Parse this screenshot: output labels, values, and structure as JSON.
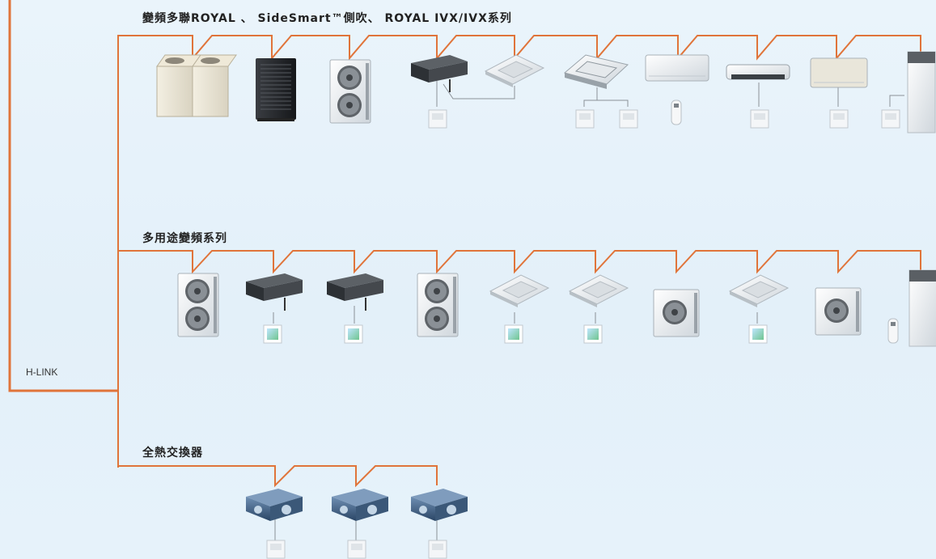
{
  "bus": {
    "label": "H-LINK",
    "color": "#e0743a"
  },
  "rows": [
    {
      "id": "vrf",
      "title": "變頻多聯ROYAL 、 SideSmart™側吹、 ROYAL IVX/IVX系列"
    },
    {
      "id": "multi",
      "title": "多用途變頻系列"
    },
    {
      "id": "erv",
      "title": "全熱交換器"
    }
  ],
  "icons": {
    "outdoor_twin": "vrf-twin-outdoor-unit-icon",
    "outdoor_dark": "sidesmart-outdoor-unit-icon",
    "outdoor_fan2": "two-fan-outdoor-unit-icon",
    "outdoor_fan1": "single-fan-outdoor-unit-icon",
    "duct": "ducted-indoor-unit-icon",
    "cassette4": "four-way-cassette-icon",
    "cassette2": "two-way-cassette-icon",
    "wall": "wall-mounted-unit-icon",
    "ceiling": "ceiling-suspended-unit-icon",
    "floor": "floor-standing-unit-icon",
    "erv": "heat-exchanger-icon",
    "wired_ctrl": "wired-controller-icon",
    "color_ctrl": "color-lcd-controller-icon",
    "remote": "wireless-remote-icon"
  }
}
